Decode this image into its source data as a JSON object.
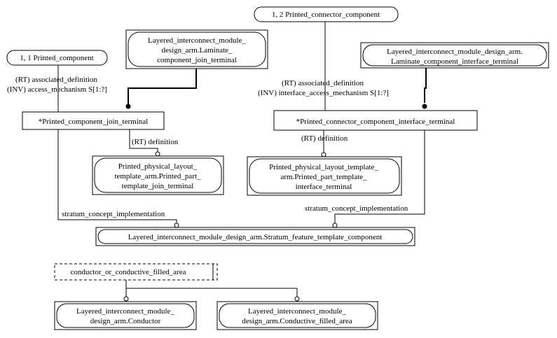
{
  "refs": {
    "printed_component": "1, 1 Printed_component",
    "printed_connector_component": "1, 2 Printed_connector_component"
  },
  "entities": {
    "laminate_join_terminal": [
      "Layered_interconnect_module_",
      "design_arm.Laminate_",
      "component_join_terminal"
    ],
    "laminate_interface_terminal": [
      "Layered_interconnect_module_design_arm.",
      "Laminate_component_interface_terminal"
    ],
    "printed_component_join_terminal": "*Printed_component_join_terminal",
    "printed_connector_interface_terminal": "*Printed_connector_component_interface_terminal",
    "printed_part_template_join_terminal": [
      "Printed_physical_layout_",
      "template_arm.Printed_part_",
      "template_join_terminal"
    ],
    "printed_part_template_interface_terminal": [
      "Printed_physical_layout_template_",
      "arm.Printed_part_template_",
      "interface_terminal"
    ],
    "stratum_feature_template_component": "Layered_interconnect_module_design_arm.Stratum_feature_template_component",
    "conductor_or_conductive_filled_area": "conductor_or_conductive_filled_area",
    "conductor": [
      "Layered_interconnect_module_",
      "design_arm.Conductor"
    ],
    "conductive_filled_area": [
      "Layered_interconnect_module_",
      "design_arm.Conductive_filled_area"
    ]
  },
  "labels": {
    "left_associated_definition": "(RT) associated_definition",
    "left_access_mechanism": "(INV) access_mechanism S[1:?]",
    "right_associated_definition": "(RT) associated_definition",
    "right_interface_access_mechanism": "(INV) interface_access_mechanism S[1:?]",
    "left_definition": "(RT) definition",
    "right_definition": "(RT) definition",
    "left_stratum_concept_implementation": "stratum_concept_implementation",
    "right_stratum_concept_implementation": "stratum_concept_implementation"
  }
}
